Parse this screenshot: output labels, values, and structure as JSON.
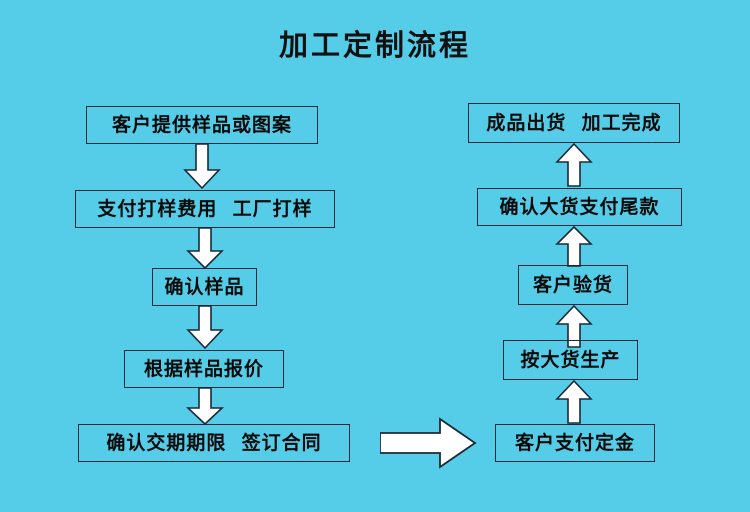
{
  "page": {
    "title": "加工定制流程",
    "background_color": "#55cde8",
    "box_border_color": "#1b2a38",
    "text_color": "#0a0a0a",
    "arrow_fill_color": "#ffffff",
    "arrow_outline_color": "#1b2a38"
  },
  "flowchart": {
    "type": "process-flow",
    "left_column": {
      "label": "customer-sampling-stage",
      "nodes": [
        {
          "id": "n1",
          "label": "客户提供样品或图案"
        },
        {
          "id": "n2",
          "label": "支付打样费用  工厂打样"
        },
        {
          "id": "n3",
          "label": "确认样品"
        },
        {
          "id": "n4",
          "label": "根据样品报价"
        },
        {
          "id": "n5",
          "label": "确认交期期限  签订合同"
        }
      ],
      "connectors": [
        {
          "from": "n1",
          "to": "n2",
          "direction": "down"
        },
        {
          "from": "n2",
          "to": "n3",
          "direction": "down"
        },
        {
          "from": "n3",
          "to": "n4",
          "direction": "down"
        },
        {
          "from": "n4",
          "to": "n5",
          "direction": "down"
        }
      ]
    },
    "bridge": {
      "label": "continue-to-production",
      "direction": "right",
      "from": "n5",
      "to": "n6"
    },
    "right_column": {
      "label": "bulk-production-stage",
      "nodes": [
        {
          "id": "n10",
          "label": "成品出货  加工完成"
        },
        {
          "id": "n9",
          "label": "确认大货支付尾款"
        },
        {
          "id": "n8",
          "label": "客户验货"
        },
        {
          "id": "n7",
          "label": "按大货生产"
        },
        {
          "id": "n6",
          "label": "客户支付定金"
        }
      ],
      "connectors": [
        {
          "from": "n6",
          "to": "n7",
          "direction": "up"
        },
        {
          "from": "n7",
          "to": "n8",
          "direction": "up"
        },
        {
          "from": "n8",
          "to": "n9",
          "direction": "up"
        },
        {
          "from": "n9",
          "to": "n10",
          "direction": "up"
        }
      ]
    }
  }
}
